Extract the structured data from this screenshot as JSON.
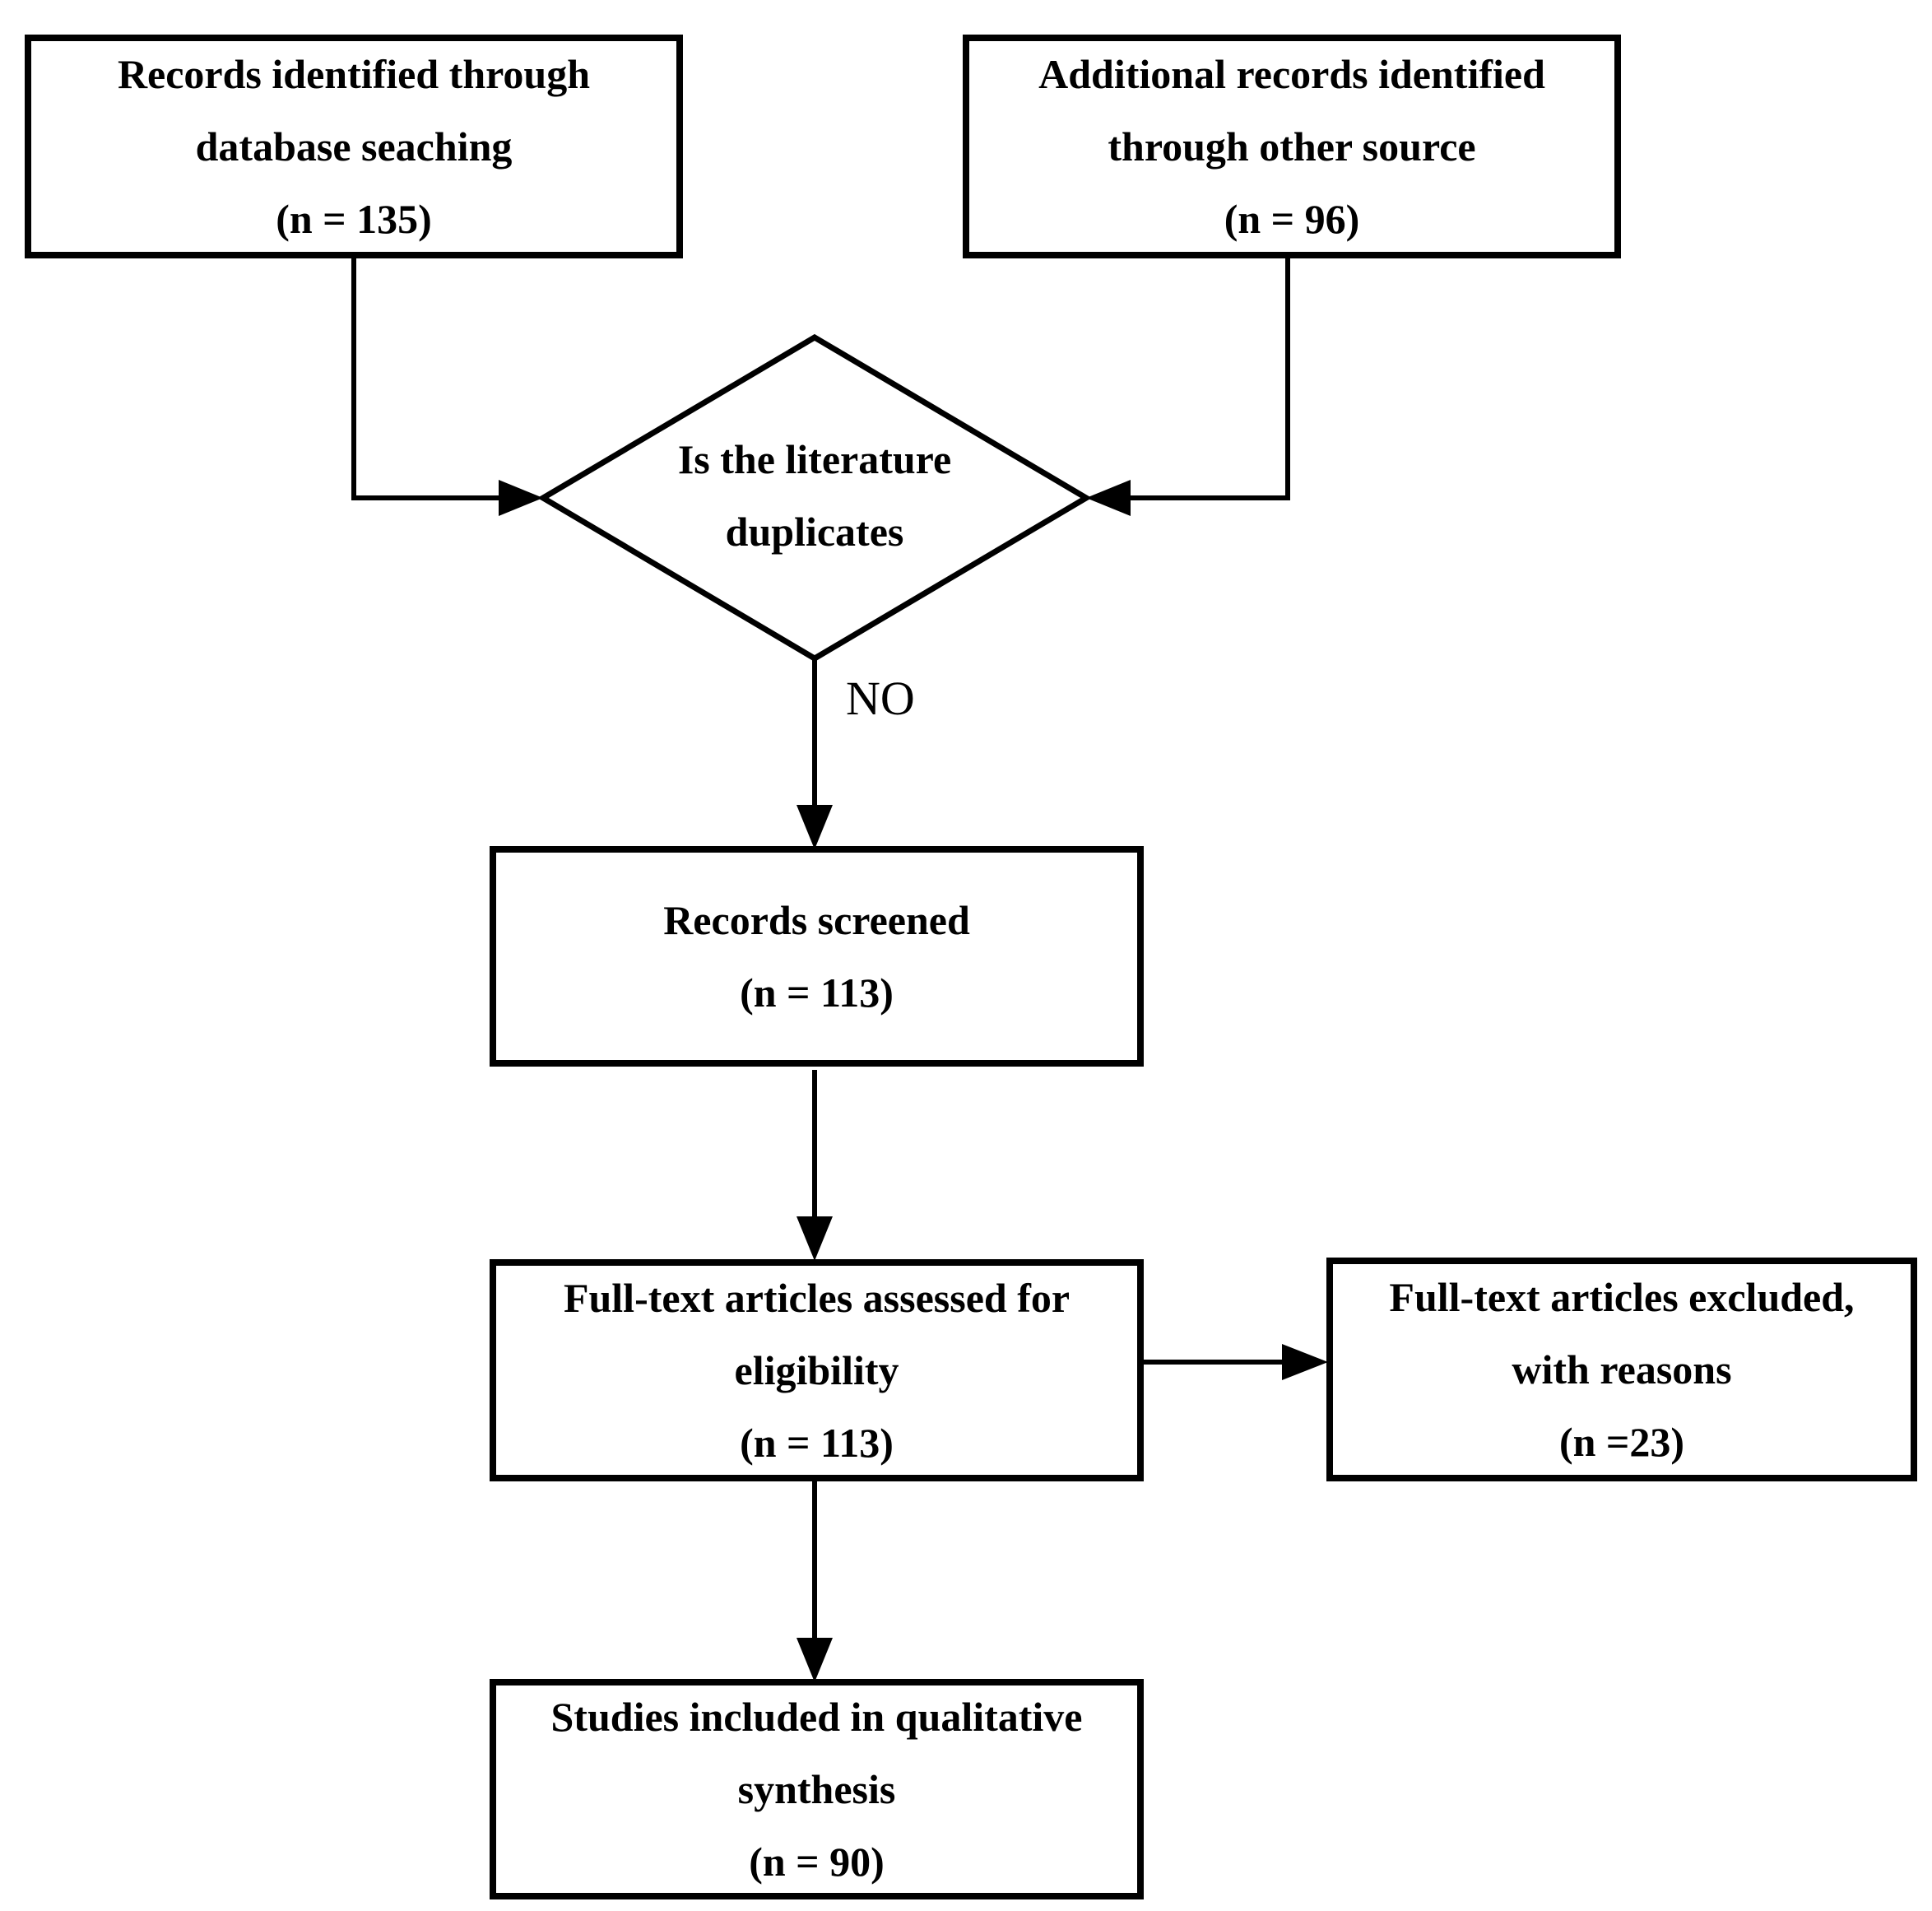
{
  "diagram": {
    "colors": {
      "background": "#ffffff",
      "line": "#000000",
      "text": "#000000"
    },
    "boxes": {
      "records_identified": {
        "lines": [
          "Records identified through",
          "database seaching",
          "(n = 135)"
        ]
      },
      "additional_records": {
        "lines": [
          "Additional records identified",
          "through other source",
          "(n = 96)"
        ]
      },
      "records_screened": {
        "lines": [
          "Records screened",
          "(n = 113)"
        ]
      },
      "fulltext_assessed": {
        "lines": [
          "Full-text articles assessed for",
          "eligibility",
          "(n = 113)"
        ]
      },
      "fulltext_excluded": {
        "lines": [
          "Full-text articles excluded,",
          "with reasons",
          "(n =23)"
        ]
      },
      "studies_included": {
        "lines": [
          "Studies included in qualitative",
          "synthesis",
          "(n = 90)"
        ]
      }
    },
    "decision": {
      "lines": [
        "Is the literature",
        "duplicates"
      ]
    },
    "labels": {
      "no": "NO"
    }
  }
}
